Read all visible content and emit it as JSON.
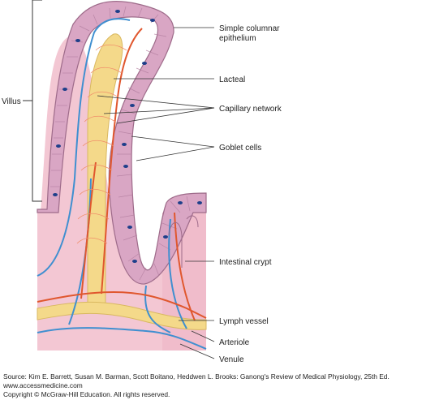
{
  "labels": {
    "villus": "Villus",
    "epithelium_line1": "Simple columnar",
    "epithelium_line2": "epithelium",
    "lacteal": "Lacteal",
    "capillary_network": "Capillary network",
    "goblet_cells": "Goblet cells",
    "intestinal_crypt": "Intestinal crypt",
    "lymph_vessel": "Lymph vessel",
    "arteriole": "Arteriole",
    "venule": "Venule"
  },
  "credits": {
    "source": "Source: Kim E. Barrett, Susan M. Barman, Scott Boitano, Heddwen L. Brooks: Ganong's Review of Medical Physiology, 25th Ed.",
    "website": "www.accessmedicine.com",
    "copyright": "Copyright © McGraw-Hill Education.  All rights reserved."
  },
  "colors": {
    "epithelium": "#d9a6c4",
    "epithelium_outline": "#9e6b8a",
    "tissue": "#f3c7d3",
    "lacteal": "#f4d98a",
    "artery": "#e0572e",
    "vein": "#3f8fd0",
    "goblet": "#1e3f8a",
    "leader_line": "#333333"
  }
}
